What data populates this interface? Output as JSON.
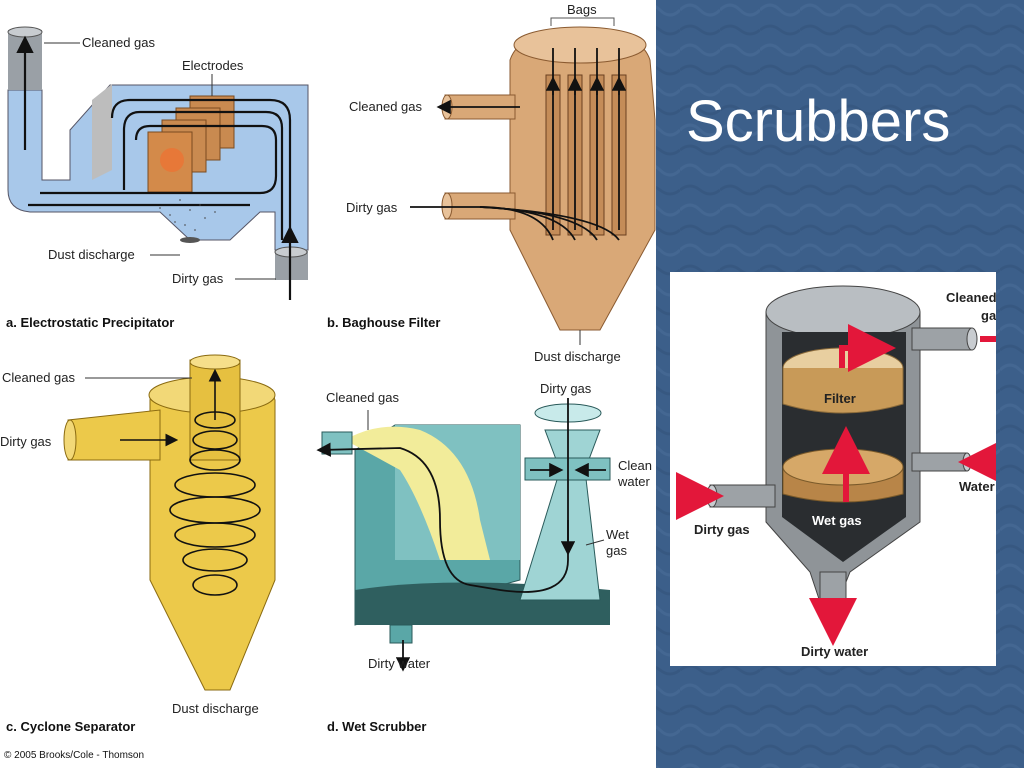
{
  "slide": {
    "title": "Scrubbers",
    "colors": {
      "background": "#3c5f8a",
      "title_text": "#ffffff",
      "panel": "#ffffff"
    }
  },
  "figure": {
    "copyright": "© 2005 Brooks/Cole - Thomson",
    "panels": {
      "a": {
        "caption": "a. Electrostatic Precipitator",
        "labels": {
          "cleaned_gas": "Cleaned gas",
          "electrodes": "Electrodes",
          "dust_discharge": "Dust discharge",
          "dirty_gas": "Dirty gas"
        }
      },
      "b": {
        "caption": "b. Baghouse Filter",
        "labels": {
          "bags": "Bags",
          "cleaned_gas": "Cleaned gas",
          "dirty_gas": "Dirty gas",
          "dust_discharge": "Dust discharge"
        }
      },
      "c": {
        "caption": "c. Cyclone Separator",
        "labels": {
          "cleaned_gas": "Cleaned gas",
          "dirty_gas": "Dirty gas",
          "dust_discharge": "Dust discharge"
        }
      },
      "d": {
        "caption": "d. Wet Scrubber",
        "labels": {
          "cleaned_gas": "Cleaned gas",
          "dirty_gas": "Dirty gas",
          "clean_line1": "Clean",
          "clean_line2": "water",
          "wet_line1": "Wet",
          "wet_line2": "gas",
          "dirty_water": "Dirty water"
        }
      }
    }
  },
  "scrubber": {
    "labels": {
      "cleaned_line1": "Cleaned",
      "cleaned_line2": "gas",
      "filter": "Filter",
      "water": "Water",
      "dirty_gas": "Dirty gas",
      "wet_gas": "Wet gas",
      "dirty_water": "Dirty water"
    }
  }
}
